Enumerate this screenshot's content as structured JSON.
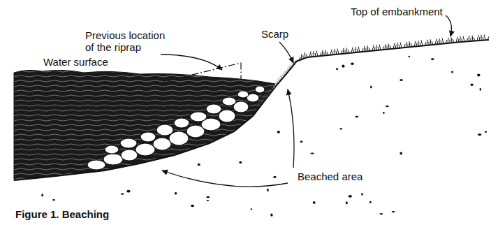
{
  "diagram": {
    "caption": "Figure 1. Beaching",
    "labels": [
      "Top of embankment",
      "Previous location of the riprap",
      "Scarp",
      "Water surface",
      "Beached area"
    ]
  }
}
